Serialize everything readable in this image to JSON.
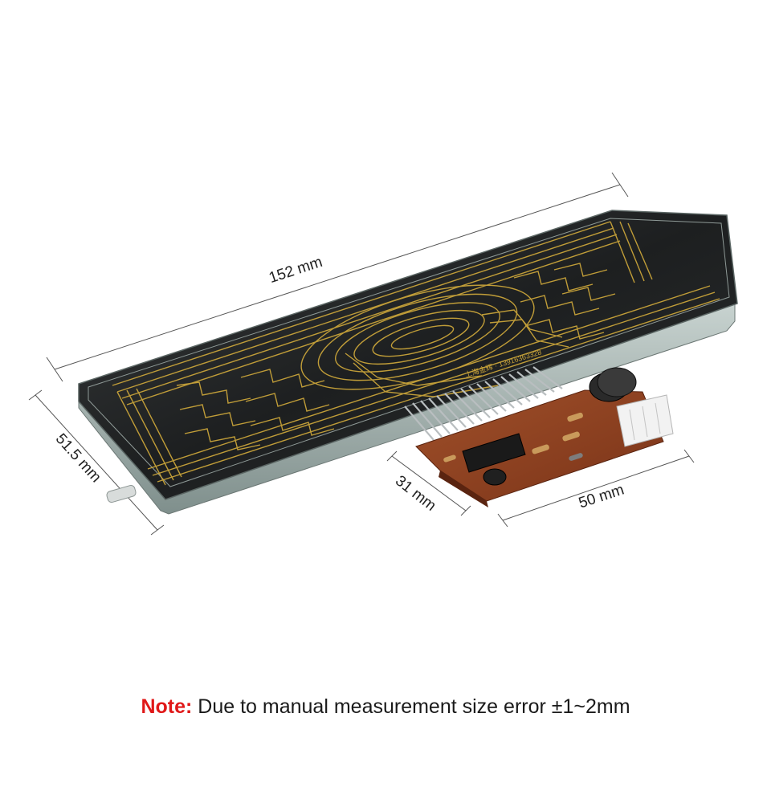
{
  "dimensions": {
    "length": "152 mm",
    "height": "51.5 mm",
    "board_depth": "31 mm",
    "board_width": "50 mm"
  },
  "note": {
    "label": "Note:",
    "text": "Due to manual measurement size error ±1~2mm",
    "label_color": "#e01818"
  },
  "display": {
    "marking": "上海金辉 · 13916363328"
  },
  "colors": {
    "trace_gold": "#c9a43a",
    "glass_dark": "#1c1e1f",
    "glass_edge": "#9aa9a6",
    "pcb_brown": "#8a3a1c"
  }
}
